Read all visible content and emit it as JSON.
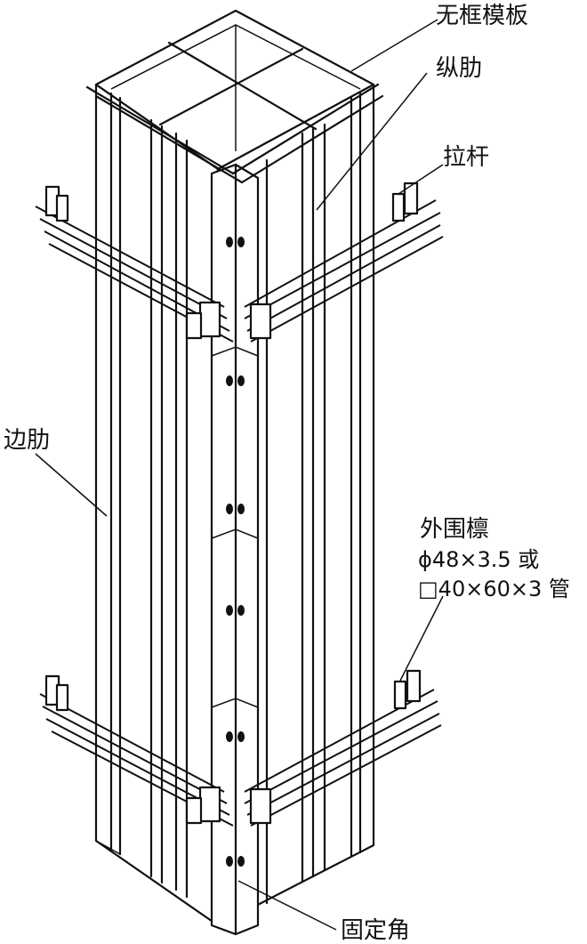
{
  "labels": {
    "frameless_formwork": "无框模板",
    "longitudinal_rib": "纵肋",
    "tie_rod": "拉杆",
    "edge_rib": "边肋",
    "outer_purlin": "外围檩",
    "outer_purlin_spec_1": "ϕ48×3.5 或",
    "outer_purlin_spec_2": "□40×60×3 管",
    "fixing_angle": "固定角"
  },
  "colors": {
    "line": "#111111",
    "background": "#ffffff"
  }
}
